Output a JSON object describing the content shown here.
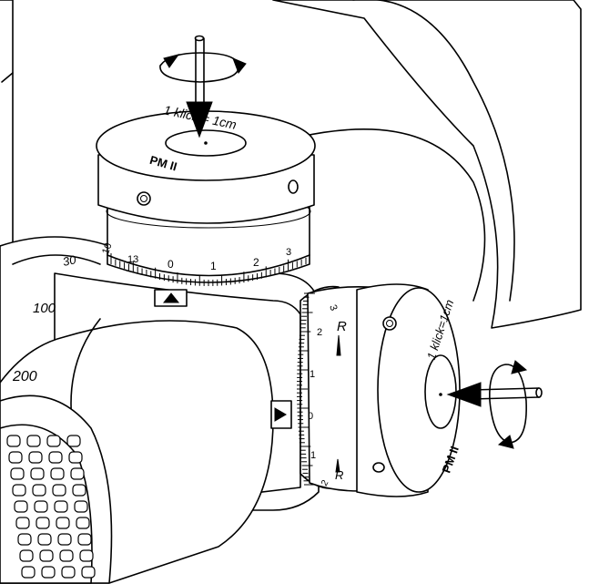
{
  "elevation_turret": {
    "top_label": "1 klick = 1cm",
    "brand": "PM II",
    "scale_numbers": [
      "10",
      "13",
      "0",
      "1",
      "2",
      "3"
    ]
  },
  "windage_turret": {
    "top_label": "1 klick=1cm",
    "brand": "PM II",
    "scale_numbers": [
      "3",
      "2",
      "1",
      "0",
      "1",
      "2"
    ],
    "direction_top": "R",
    "direction_bottom": "R"
  },
  "parallax_labels": [
    "30",
    "100",
    "200"
  ]
}
